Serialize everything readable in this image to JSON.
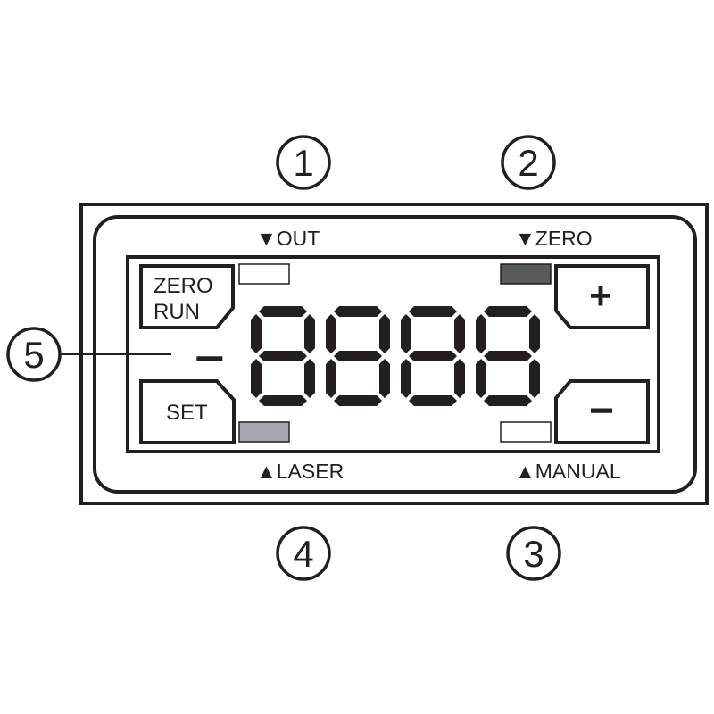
{
  "callouts": [
    "1",
    "2",
    "3",
    "4",
    "5"
  ],
  "labels": {
    "out": "OUT",
    "zero": "ZERO",
    "laser": "LASER",
    "manual": "MANUAL",
    "down_marker": "▼",
    "up_marker": "▲"
  },
  "buttons": {
    "zero_run_line1": "ZERO",
    "zero_run_line2": "RUN",
    "set": "SET",
    "plus": "+",
    "minus": "−"
  },
  "display": {
    "sign": "-",
    "digits": [
      "8",
      "8",
      "8",
      "8"
    ]
  },
  "indicators": {
    "out": {
      "state": "off",
      "color": "#ffffff"
    },
    "zero": {
      "state": "on",
      "color": "#58595b"
    },
    "laser": {
      "state": "on",
      "color": "#a7a9ac"
    },
    "manual": {
      "state": "off",
      "color": "#ffffff"
    }
  }
}
